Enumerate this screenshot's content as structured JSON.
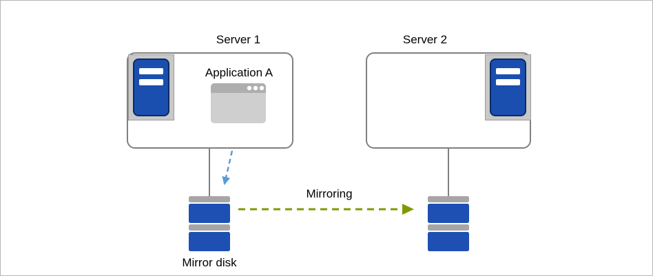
{
  "diagram": {
    "server1": {
      "label": "Server 1",
      "application_label": "Application A"
    },
    "server2": {
      "label": "Server 2"
    },
    "disks": {
      "mirror_disk_label": "Mirror disk"
    },
    "mirroring_label": "Mirroring"
  },
  "icons": {
    "server_tower": "server-tower-icon",
    "app_window": "application-window-icon",
    "disk_stack": "disk-stack-icon"
  },
  "colors": {
    "box_border": "#7f7f7f",
    "connector_line": "#7f7f7f",
    "app_arrow_blue": "#5b9bd5",
    "mirroring_arrow_green": "#7f9a00",
    "server_blue": "#1a4fb0",
    "server_tower_border": "#0d2a60",
    "disk_blue": "#1e50b4",
    "disk_cap_gray": "#a6a6a6",
    "icon_frame_gray": "#c8c8c8",
    "icon_frame_border": "#9a9a9a",
    "window_body_gray": "#cfcfcf",
    "window_bar_gray": "#aeaeae",
    "text": "#000000",
    "page_border": "#b5b5b5"
  }
}
